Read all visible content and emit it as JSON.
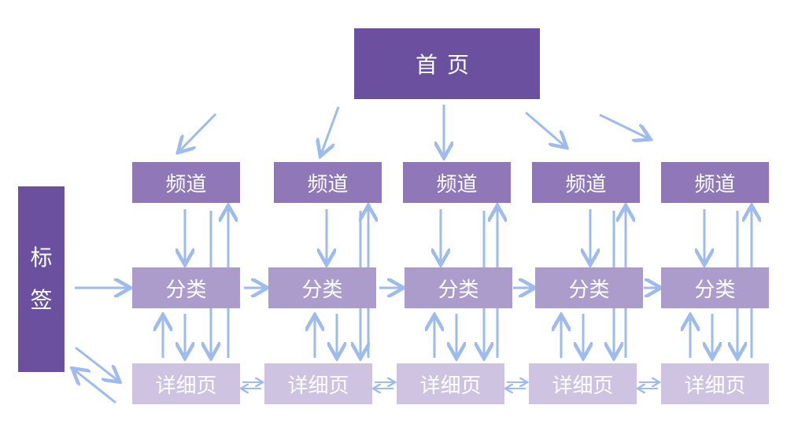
{
  "home": {
    "label": "首页"
  },
  "tag": {
    "label_chars": [
      "标",
      "签"
    ]
  },
  "columns": [
    {
      "channel": "频道",
      "category": "分类",
      "detail": "详细页"
    },
    {
      "channel": "频道",
      "category": "分类",
      "detail": "详细页"
    },
    {
      "channel": "频道",
      "category": "分类",
      "detail": "详细页"
    },
    {
      "channel": "频道",
      "category": "分类",
      "detail": "详细页"
    },
    {
      "channel": "频道",
      "category": "分类",
      "detail": "详细页"
    }
  ],
  "colors": {
    "primary": "#6a509e",
    "channel": "#8f77b8",
    "category": "#ab9ccc",
    "detail": "#cec4e1",
    "arrow": "#9dbbed"
  }
}
